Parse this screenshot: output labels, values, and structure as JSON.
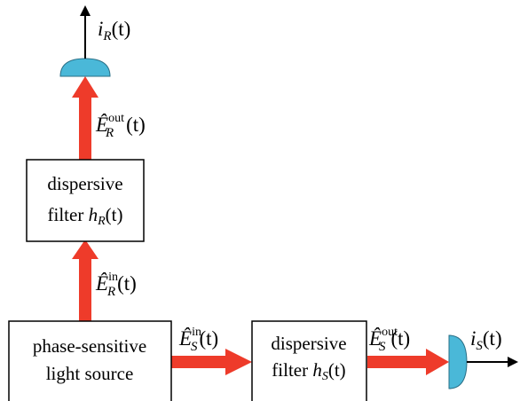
{
  "colors": {
    "beam": "#ee3b2a",
    "detector": "#4ab8d8",
    "detector_stroke": "#2a6f86",
    "line": "#000000"
  },
  "blocks": {
    "source": {
      "line1": "phase-sensitive",
      "line2": "light source"
    },
    "filter_r": {
      "line1": "dispersive",
      "line2_prefix": "filter ",
      "fn": "h",
      "sub": "R",
      "arg": "(t)"
    },
    "filter_s": {
      "line1": "dispersive",
      "line2_prefix": "filter ",
      "fn": "h",
      "sub": "S",
      "arg": "(t)"
    }
  },
  "fields": {
    "e_r_in": {
      "sym": "Ê",
      "sub": "R",
      "sup": "in",
      "arg": "(t)"
    },
    "e_r_out": {
      "sym": "Ê",
      "sub": "R",
      "sup": "out",
      "arg": "(t)"
    },
    "e_s_in": {
      "sym": "Ê",
      "sub": "S",
      "sup": "in",
      "arg": "(t)"
    },
    "e_s_out": {
      "sym": "Ê",
      "sub": "S",
      "sup": "out",
      "arg": "(t)"
    }
  },
  "currents": {
    "i_r": {
      "sym": "i",
      "sub": "R",
      "arg": "(t)"
    },
    "i_s": {
      "sym": "i",
      "sub": "S",
      "arg": "(t)"
    }
  }
}
